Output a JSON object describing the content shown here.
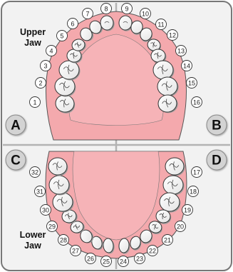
{
  "labels": {
    "upper_jaw_line1": "Upper",
    "upper_jaw_line2": "Jaw",
    "lower_jaw_line1": "Lower",
    "lower_jaw_line2": "Jaw"
  },
  "quadrants": [
    "A",
    "B",
    "C",
    "D"
  ],
  "teeth": {
    "upper": [
      "1",
      "2",
      "3",
      "4",
      "5",
      "6",
      "7",
      "8",
      "9",
      "10",
      "11",
      "12",
      "13",
      "14",
      "15",
      "16"
    ],
    "lower": [
      "17",
      "18",
      "19",
      "20",
      "21",
      "22",
      "23",
      "24",
      "25",
      "26",
      "27",
      "28",
      "29",
      "30",
      "31",
      "32"
    ]
  },
  "colors": {
    "panel_background": "#f2f2f2",
    "panel_border": "#777777",
    "divider": "#b3b3b3",
    "gum": "#f4a9ad",
    "gum_outline": "#555555",
    "tooth": "#ffffff",
    "tooth_outline": "#333333",
    "quadrant_badge": "#d3d3d3"
  }
}
